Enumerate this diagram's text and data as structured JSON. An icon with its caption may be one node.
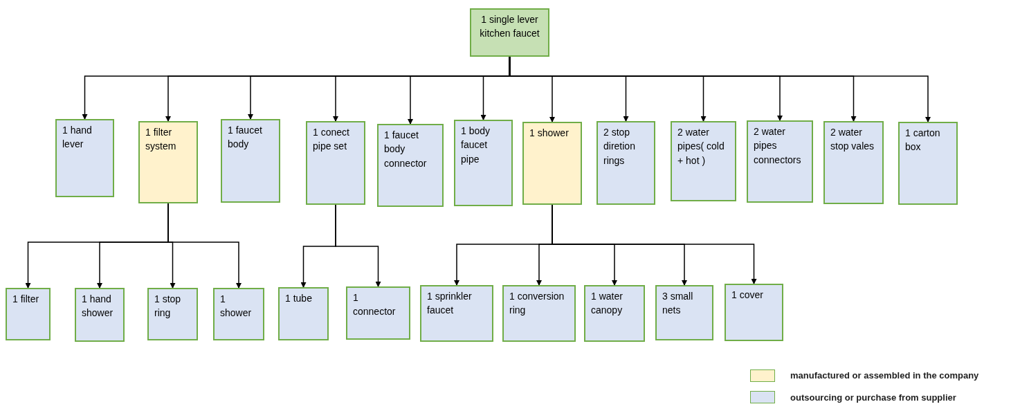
{
  "diagram": {
    "nodes": [
      {
        "text": [
          "1 single lever kitchen faucet"
        ]
      },
      {
        "text": [
          "1 hand lever"
        ]
      },
      {
        "text": [
          "1 filter system"
        ]
      },
      {
        "text": [
          "1 faucet body"
        ]
      },
      {
        "text": [
          "1 conect pipe set"
        ]
      },
      {
        "text": [
          "1 faucet body connector"
        ]
      },
      {
        "text": [
          "1 body faucet pipe"
        ]
      },
      {
        "text": [
          "1 shower"
        ]
      },
      {
        "text": [
          "2 stop diretion rings"
        ]
      },
      {
        "text": [
          "2 water pipes( cold + hot )"
        ]
      },
      {
        "text": [
          "2 water pipes connectors"
        ]
      },
      {
        "text": [
          "2 water stop vales"
        ]
      },
      {
        "text": [
          "1 carton box"
        ]
      },
      {
        "text": [
          "1 filter"
        ]
      },
      {
        "text": [
          "1 hand shower"
        ]
      },
      {
        "text": [
          "1 stop ring"
        ]
      },
      {
        "text": [
          "1 shower"
        ]
      },
      {
        "text": [
          "1 tube"
        ]
      },
      {
        "text": [
          "1 connector"
        ]
      },
      {
        "text": [
          "1 sprinkler faucet"
        ]
      },
      {
        "text": [
          "1 conversion ring"
        ]
      },
      {
        "text": [
          "1 water canopy"
        ]
      },
      {
        "text": [
          "3 small nets"
        ]
      },
      {
        "text": [
          "1 cover"
        ]
      }
    ],
    "edges": [
      {
        "from": 0,
        "to": 1,
        "arrow": "to"
      },
      {
        "from": 0,
        "to": 2,
        "arrow": "to"
      },
      {
        "from": 0,
        "to": 3,
        "arrow": "to"
      },
      {
        "from": 0,
        "to": 4,
        "arrow": "to"
      },
      {
        "from": 0,
        "to": 5,
        "arrow": "to"
      },
      {
        "from": 0,
        "to": 6,
        "arrow": "to"
      },
      {
        "from": 0,
        "to": 7,
        "arrow": "to"
      },
      {
        "from": 0,
        "to": 8,
        "arrow": "to"
      },
      {
        "from": 0,
        "to": 9,
        "arrow": "to"
      },
      {
        "from": 0,
        "to": 10,
        "arrow": "to"
      },
      {
        "from": 0,
        "to": 11,
        "arrow": "to"
      },
      {
        "from": 0,
        "to": 12,
        "arrow": "to"
      },
      {
        "from": 2,
        "to": 13,
        "arrow": "to"
      },
      {
        "from": 2,
        "to": 14,
        "arrow": "to"
      },
      {
        "from": 2,
        "to": 15,
        "arrow": "to"
      },
      {
        "from": 2,
        "to": 16,
        "arrow": "to"
      },
      {
        "from": 4,
        "to": 17,
        "arrow": "to"
      },
      {
        "from": 4,
        "to": 18,
        "arrow": "to"
      },
      {
        "from": 7,
        "to": 19,
        "arrow": "to"
      },
      {
        "from": 7,
        "to": 20,
        "arrow": "to"
      },
      {
        "from": 7,
        "to": 21,
        "arrow": "to"
      },
      {
        "from": 7,
        "to": 22,
        "arrow": "to"
      },
      {
        "from": 7,
        "to": 23,
        "arrow": "to"
      }
    ],
    "legend": [
      {
        "text": "manufactured or assembled in the company",
        "color": "#fff2cc"
      },
      {
        "text": "outsourcing or purchase from supplier",
        "color": "#dae3f3"
      }
    ]
  }
}
